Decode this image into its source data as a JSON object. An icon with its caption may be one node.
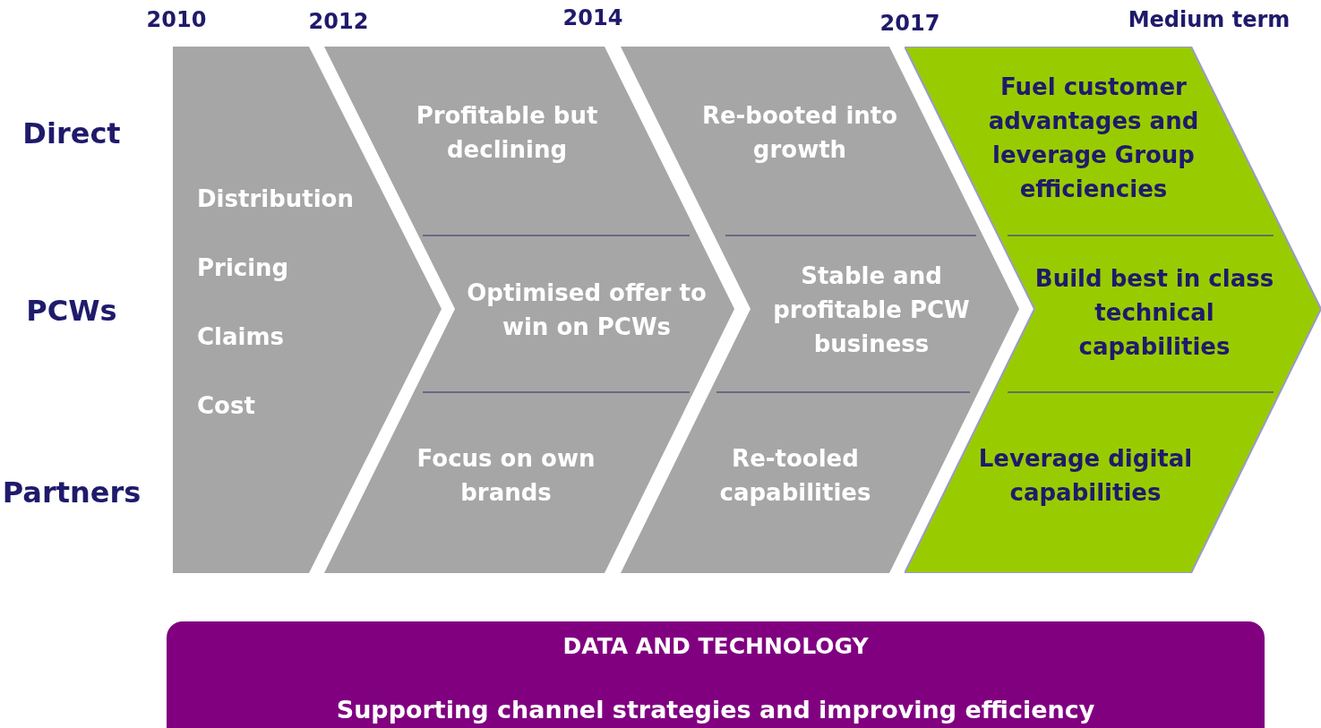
{
  "diagram": {
    "nodes": [
      {
        "text": [
          "Distribution",
          "Pricing",
          "Claims",
          "Cost"
        ]
      },
      {
        "text": [
          "Profitable but declining",
          "Optimised offer to win on PCWs",
          "Focus on own brands"
        ]
      },
      {
        "text": [
          "Re-booted into growth",
          "Stable and profitable PCW business",
          "Re-tooled capabilities"
        ]
      },
      {
        "text": [
          "Fuel customer advantages and leverage Group efficiencies",
          "Build best in class technical capabilities",
          "Leverage digital capabilities"
        ]
      },
      {
        "text": [
          "DATA AND TECHNOLOGY",
          "Supporting channel strategies and improving efficiency"
        ]
      }
    ],
    "labels": [
      "2010",
      "2012",
      "2014",
      "2017",
      "Medium term",
      "Direct",
      "PCWs",
      "Partners"
    ]
  }
}
